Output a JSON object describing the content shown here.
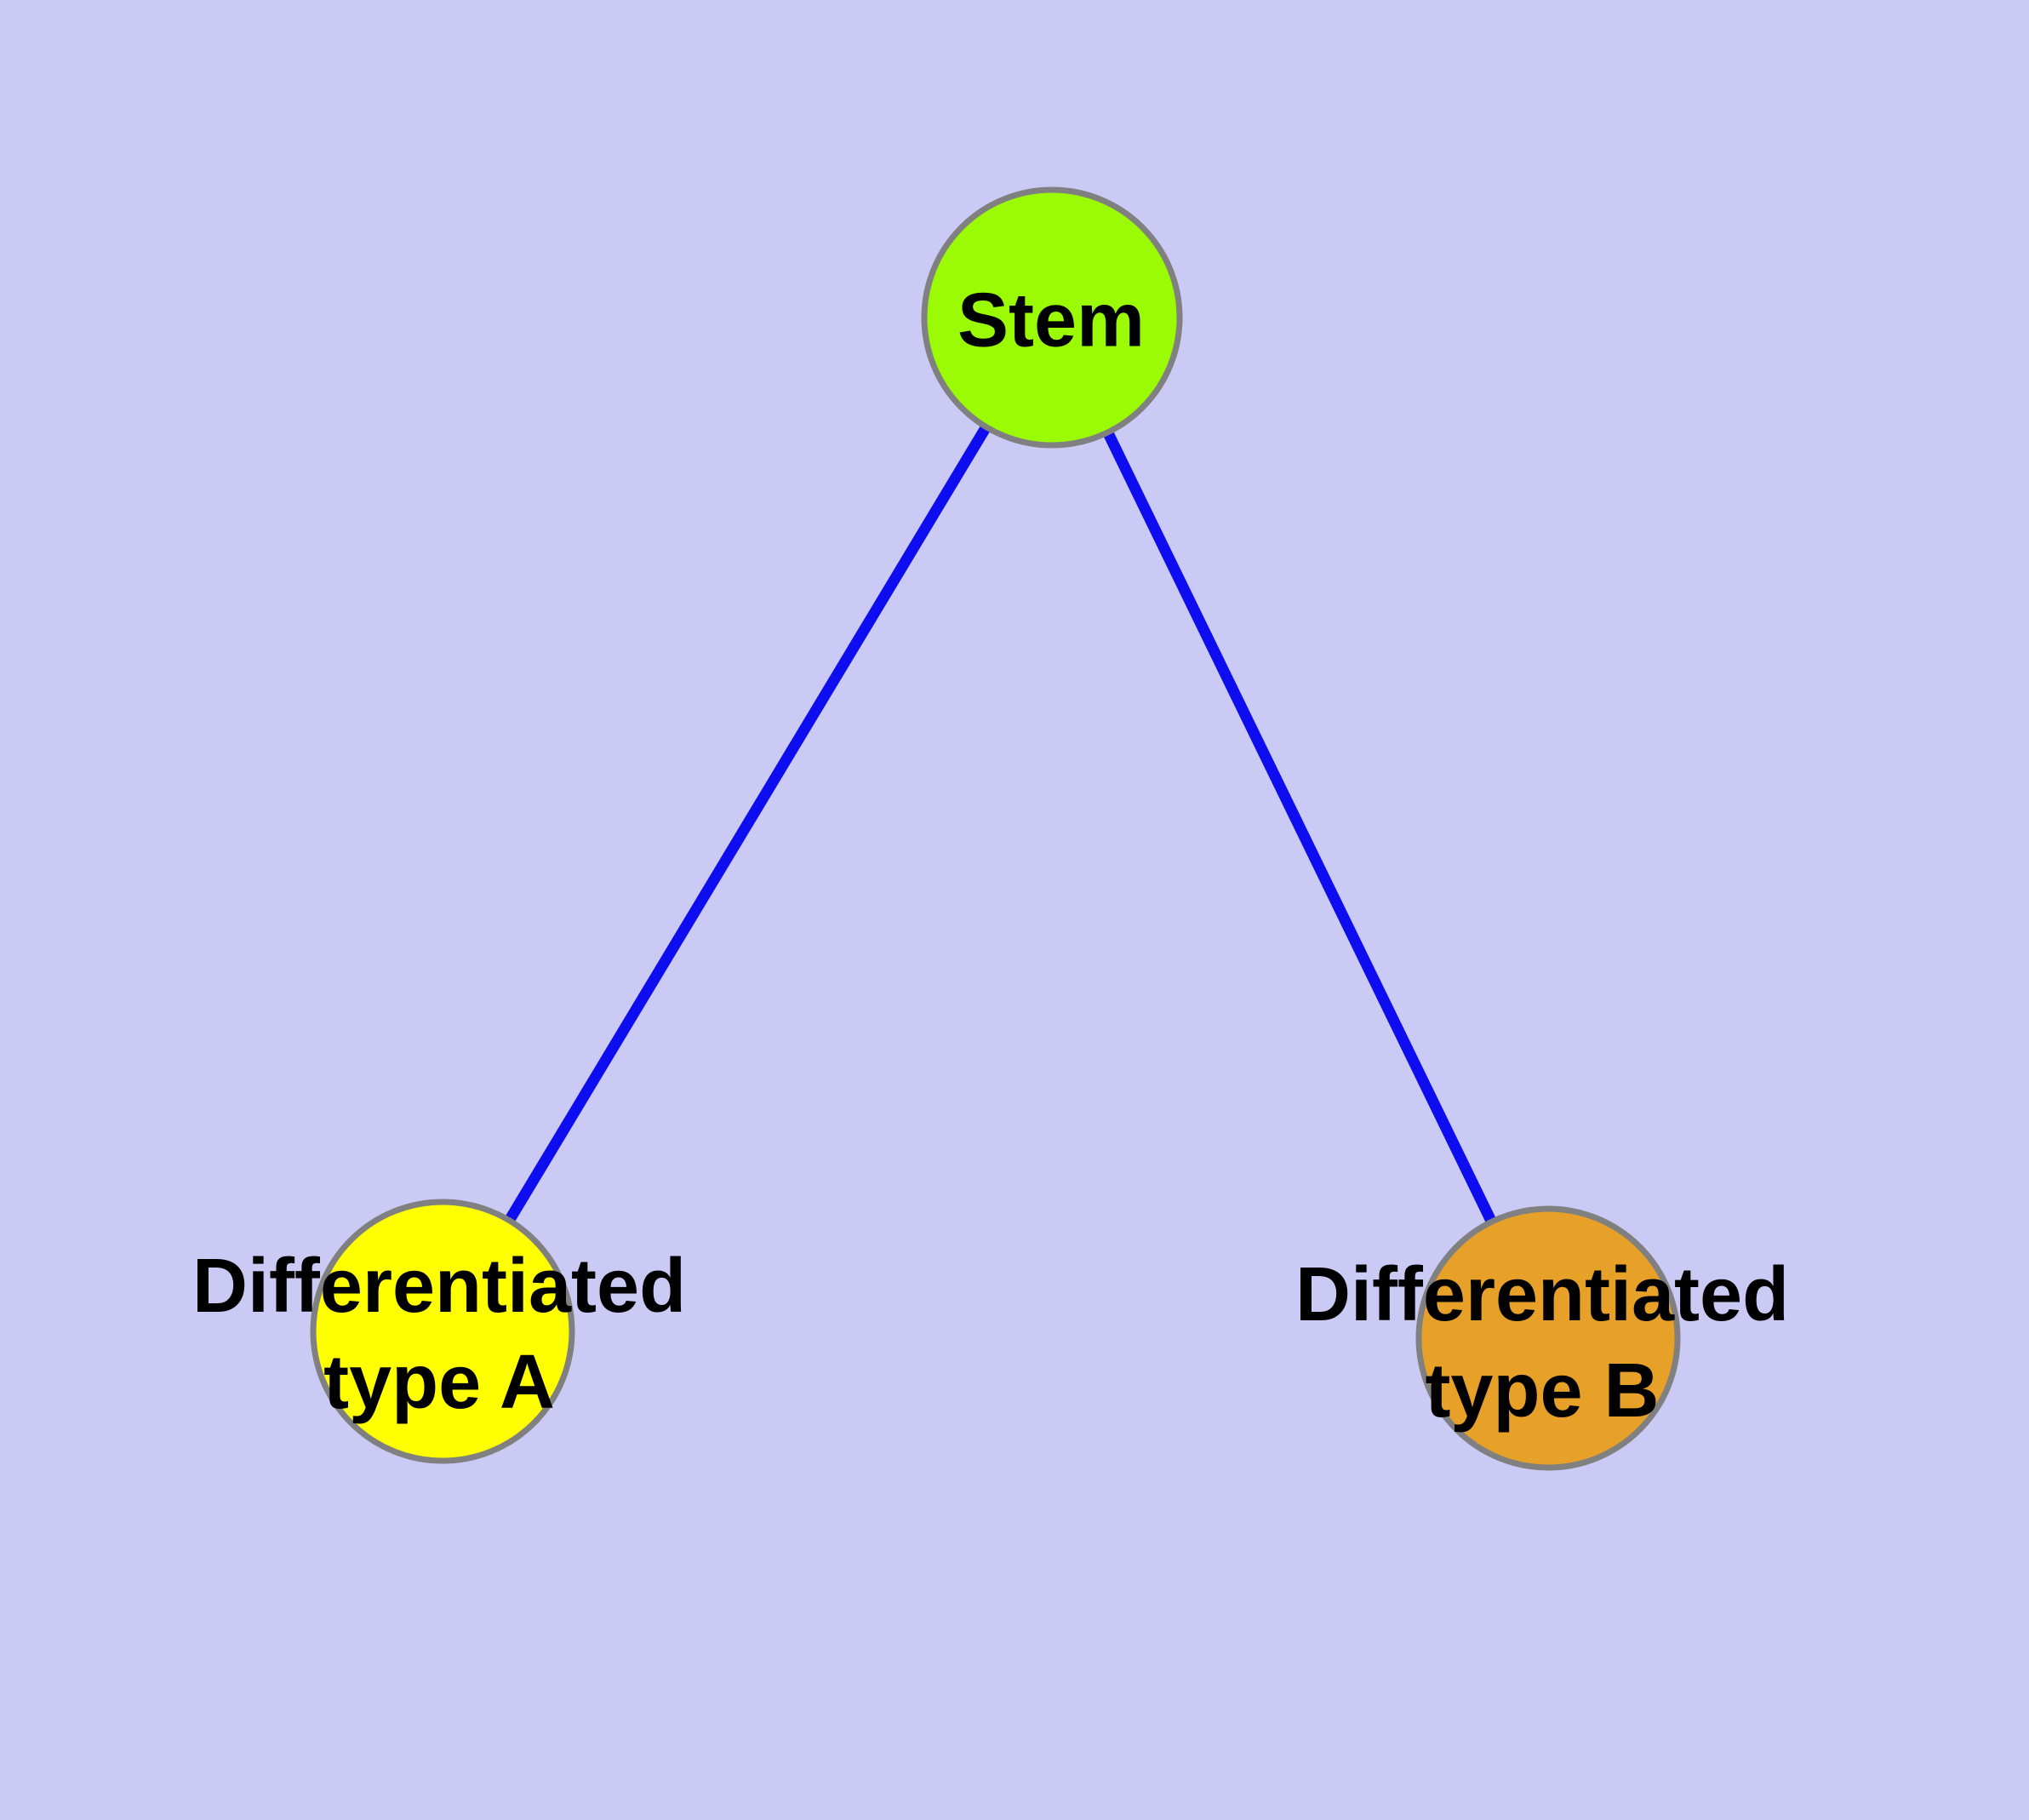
{
  "canvas": {
    "background_color": "#CACAF5"
  },
  "graph": {
    "edge_color": "#0D0DF0",
    "node_border_color": "#808080",
    "label_color": "#000000",
    "nodes": {
      "stem": {
        "label": "Stem",
        "fill": "#9AFB04"
      },
      "type_a": {
        "label_line1": "Differentiated",
        "label_line2": "type A",
        "fill": "#FFFF00"
      },
      "type_b": {
        "label_line1": "Differentiated",
        "label_line2": "type B",
        "fill": "#E8A128"
      }
    },
    "edges": [
      {
        "from": "Stem",
        "to": "Differentiated type A"
      },
      {
        "from": "Stem",
        "to": "Differentiated type B"
      }
    ]
  }
}
